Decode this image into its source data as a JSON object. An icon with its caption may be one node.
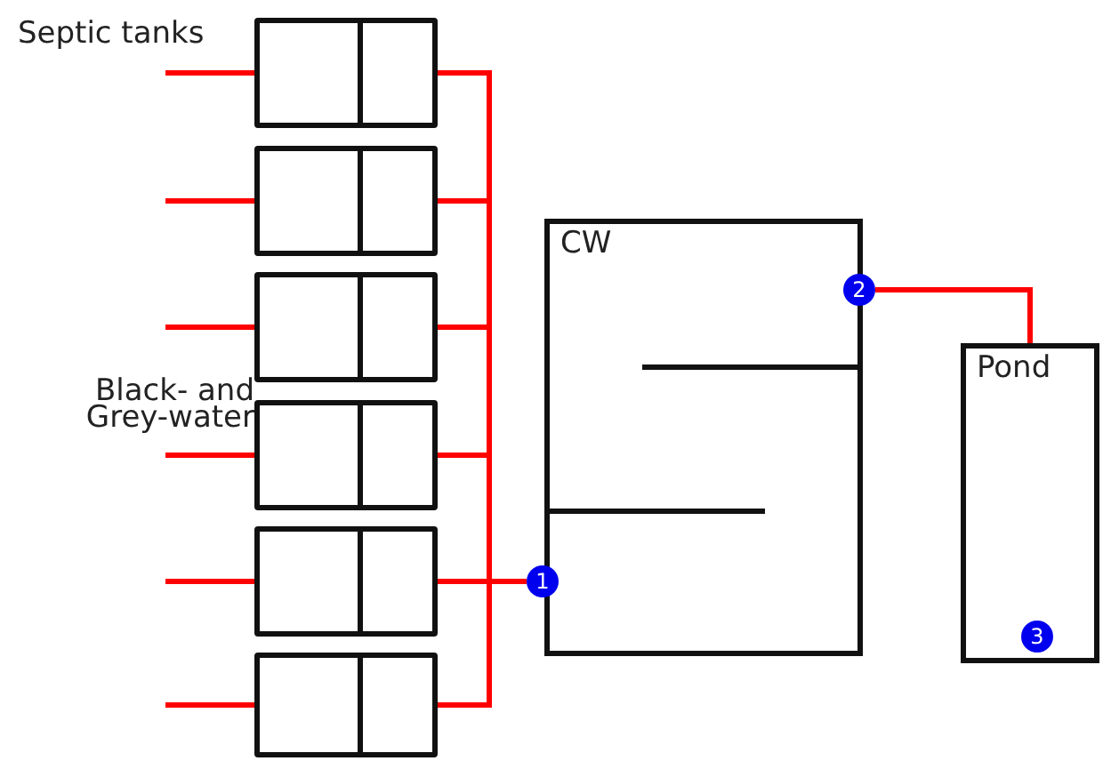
{
  "diagram": {
    "nodes": [
      {
        "text": [],
        "shape": "box"
      },
      {
        "text": [],
        "shape": "box"
      },
      {
        "text": [],
        "shape": "box"
      },
      {
        "text": [],
        "shape": "box"
      },
      {
        "text": [],
        "shape": "box"
      },
      {
        "text": [],
        "shape": "box"
      },
      {
        "text": [
          "CW"
        ]
      },
      {
        "text": [
          "1"
        ]
      },
      {
        "text": [
          "2"
        ]
      },
      {
        "text": [
          "Pond"
        ]
      },
      {
        "text": [
          "3"
        ],
        "in": 9
      }
    ],
    "edges": [
      {
        "from": null,
        "to": 0,
        "arrow": "none"
      },
      {
        "from": null,
        "to": 1,
        "arrow": "none"
      },
      {
        "from": null,
        "to": 2,
        "arrow": "none"
      },
      {
        "from": null,
        "to": 3,
        "arrow": "none"
      },
      {
        "from": null,
        "to": 4,
        "arrow": "none"
      },
      {
        "from": null,
        "to": 5,
        "arrow": "none"
      },
      {
        "from": 0,
        "to": 7,
        "arrow": "none"
      },
      {
        "from": 1,
        "to": 7,
        "arrow": "none"
      },
      {
        "from": 2,
        "to": 7,
        "arrow": "none"
      },
      {
        "from": 3,
        "to": 7,
        "arrow": "none"
      },
      {
        "from": 4,
        "to": 7,
        "arrow": "none"
      },
      {
        "from": 5,
        "to": 7,
        "arrow": "none"
      },
      {
        "from": 8,
        "to": 9,
        "arrow": "none"
      }
    ],
    "labels": [
      "Septic tanks",
      "Black- and Grey-water"
    ]
  }
}
